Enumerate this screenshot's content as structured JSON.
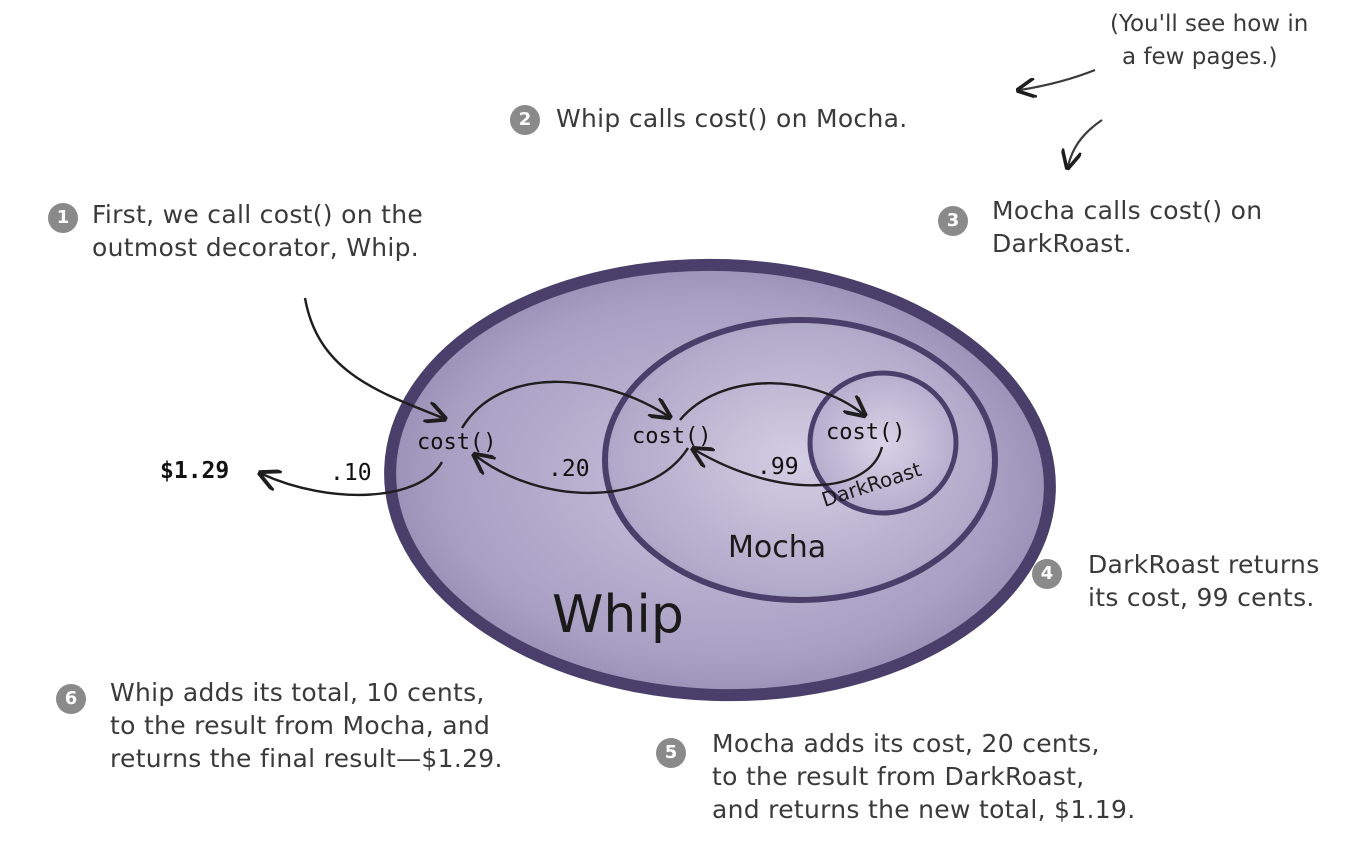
{
  "diagram": {
    "layers": {
      "whip": "Whip",
      "mocha": "Mocha",
      "darkroast": "DarkRoast"
    },
    "method_label": "cost()",
    "values": {
      "darkroast_return": ".99",
      "mocha_return": ".20",
      "whip_return": ".10",
      "final_total": "$1.29"
    },
    "colors": {
      "outer_ring": "#4a3f6b",
      "fill": "#a79fc0",
      "inner_fill": "#bdb6d2",
      "arrow": "#1e1e1e",
      "badge": "#8a8a8a"
    }
  },
  "aside": {
    "line1": "(You'll see how in",
    "line2": "a few pages.)"
  },
  "steps": [
    {
      "number": "1",
      "lines": [
        "First, we call cost() on the",
        "outmost decorator, Whip."
      ]
    },
    {
      "number": "2",
      "lines": [
        "Whip calls cost() on Mocha."
      ]
    },
    {
      "number": "3",
      "lines": [
        "Mocha calls cost() on",
        "DarkRoast."
      ]
    },
    {
      "number": "4",
      "lines": [
        "DarkRoast returns",
        "its cost, 99 cents."
      ]
    },
    {
      "number": "5",
      "lines": [
        "Mocha adds its cost, 20 cents,",
        "to the result from DarkRoast,",
        "and returns the new total, $1.19."
      ]
    },
    {
      "number": "6",
      "lines": [
        "Whip adds its total, 10 cents,",
        "to the result from Mocha, and",
        "returns the final result—$1.29."
      ]
    }
  ]
}
